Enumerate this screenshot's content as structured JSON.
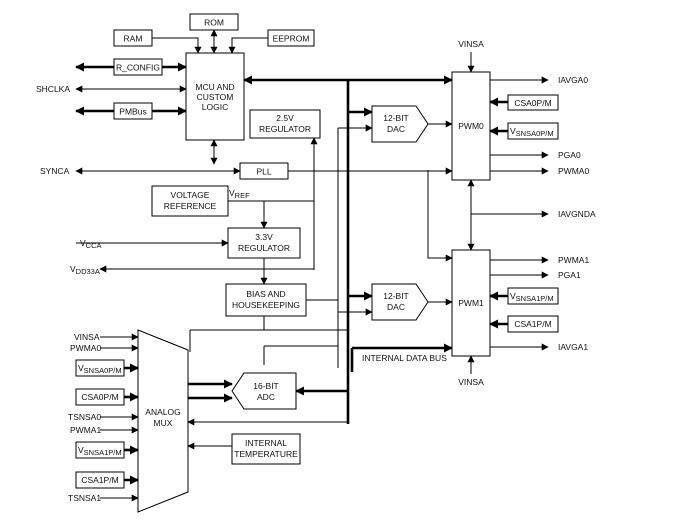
{
  "blocks": {
    "rom": "ROM",
    "ram": "RAM",
    "eeprom": "EEPROM",
    "rconfig": "R_CONFIG",
    "pmbus": "PMBus",
    "mcu": [
      "MCU AND",
      "CUSTOM",
      "LOGIC"
    ],
    "reg25": [
      "2.5V",
      "REGULATOR"
    ],
    "dac0": [
      "12-BIT",
      "DAC"
    ],
    "dac1": [
      "12-BIT",
      "DAC"
    ],
    "pwm0": "PWM0",
    "pwm1": "PWM1",
    "pll": "PLL",
    "vref": [
      "VOLTAGE",
      "REFERENCE"
    ],
    "reg33": [
      "3.3V",
      "REGULATOR"
    ],
    "bias": [
      "BIAS AND",
      "HOUSEKEEPING"
    ],
    "adc": [
      "16-BIT",
      "ADC"
    ],
    "mux": [
      "ANALOG",
      "MUX"
    ],
    "temp": [
      "INTERNAL",
      "TEMPERATURE"
    ],
    "csa0": "CSA0P/M",
    "vsnsa0": {
      "main": "V",
      "sub": "SNSA0P/M"
    },
    "csa1": "CSA1P/M",
    "vsnsa1": {
      "main": "V",
      "sub": "SNSA1P/M"
    }
  },
  "signals": {
    "shclka": "SHCLKA",
    "synca": "SYNCA",
    "vref_out": {
      "main": "V",
      "sub": "REF"
    },
    "vcca": {
      "main": "V",
      "sub": "CCA"
    },
    "vdd33a": {
      "main": "V",
      "sub": "DD33A"
    },
    "vinsa_top": "VINSA",
    "vinsa_bottom": "VINSA",
    "iavga0": "IAVGA0",
    "pga0": "PGA0",
    "pwma0": "PWMA0",
    "iavgnda": "IAVGNDA",
    "pwma1": "PWMA1",
    "pga1": "PGA1",
    "iavga1": "IAVGA1",
    "internal_data_bus": "INTERNAL DATA BUS"
  },
  "mux_inputs": {
    "vinsa": "VINSA",
    "pwma0": "PWMA0",
    "vsnsa0": {
      "main": "V",
      "sub": "SNSA0P/M"
    },
    "csa0": "CSA0P/M",
    "tsnsa0": "TSNSA0",
    "pwma1": "PWMA1",
    "vsnsa1": {
      "main": "V",
      "sub": "SNSA1P/M"
    },
    "csa1": "CSA1P/M",
    "tsnsa1": "TSNSA1"
  }
}
